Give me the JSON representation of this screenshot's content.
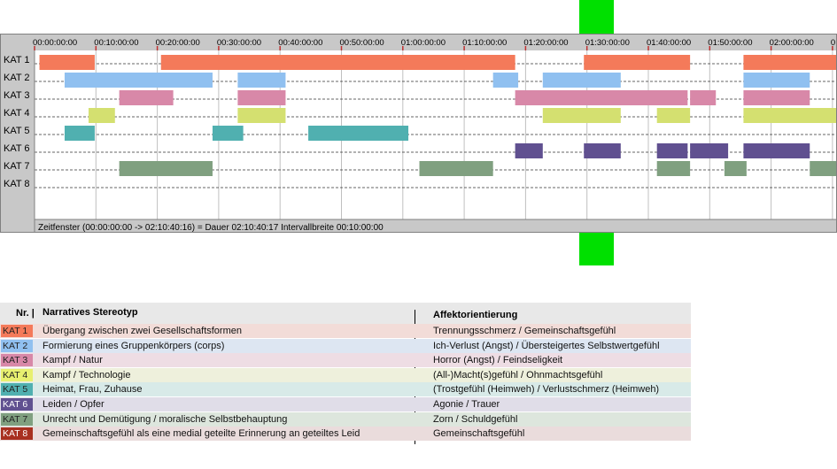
{
  "chart_data": {
    "type": "timeline",
    "tick_labels": [
      "00:00:00:00",
      "00:10:00:00",
      "00:20:00:00",
      "00:30:00:00",
      "00:40:00:00",
      "00:50:00:00",
      "01:00:00:00",
      "01:10:00:00",
      "01:20:00:00",
      "01:30:00:00",
      "01:40:00:00",
      "01:50:00:00",
      "02:00:00:00",
      "0"
    ],
    "x_range_minutes": [
      0,
      130.67
    ],
    "tick_interval_minutes": 10,
    "status_text": "Zeitfenster (00:00:00:00 -> 02:10:40:16) = Dauer 02:10:40:17     Intervallbreite 00:10:00:00",
    "categories": [
      "KAT 1",
      "KAT 2",
      "KAT 3",
      "KAT 4",
      "KAT 5",
      "KAT 6",
      "KAT 7",
      "KAT 8"
    ],
    "series": [
      {
        "label": "KAT 1",
        "color": "#f47a5a",
        "segments": [
          [
            0.8,
            9.8
          ],
          [
            20.6,
            78.3
          ],
          [
            89.5,
            106.8
          ],
          [
            115.5,
            130.67
          ]
        ]
      },
      {
        "label": "KAT 2",
        "color": "#90c0f0",
        "segments": [
          [
            4.9,
            29.0
          ],
          [
            33.1,
            40.9
          ],
          [
            74.7,
            78.8
          ],
          [
            82.8,
            95.5
          ],
          [
            115.5,
            126.3
          ]
        ]
      },
      {
        "label": "KAT 3",
        "color": "#d888a8",
        "segments": [
          [
            13.8,
            22.6
          ],
          [
            33.1,
            40.9
          ],
          [
            78.3,
            106.4
          ],
          [
            106.8,
            111.0
          ],
          [
            115.5,
            126.3
          ]
        ]
      },
      {
        "label": "KAT 4",
        "color": "#d4e070",
        "segments": [
          [
            8.8,
            13.1
          ],
          [
            33.1,
            40.9
          ],
          [
            82.8,
            95.5
          ],
          [
            101.4,
            106.8
          ],
          [
            115.5,
            130.67
          ]
        ]
      },
      {
        "label": "KAT 5",
        "color": "#50b0b0",
        "segments": [
          [
            4.9,
            9.8
          ],
          [
            29.0,
            34.0
          ],
          [
            44.6,
            60.9
          ]
        ]
      },
      {
        "label": "KAT 6",
        "color": "#605090",
        "segments": [
          [
            78.3,
            82.8
          ],
          [
            89.5,
            95.5
          ],
          [
            101.4,
            106.4
          ],
          [
            106.8,
            113.0
          ],
          [
            115.5,
            126.3
          ]
        ]
      },
      {
        "label": "KAT 7",
        "color": "#80a080",
        "segments": [
          [
            13.8,
            29.0
          ],
          [
            62.7,
            74.7
          ],
          [
            101.4,
            106.8
          ],
          [
            112.4,
            116.0
          ],
          [
            126.3,
            130.67
          ]
        ]
      },
      {
        "label": "KAT 8",
        "color": "#a83020",
        "segments": []
      }
    ]
  },
  "legend": {
    "header_nr": "Nr. |",
    "header_stereotyp": "Narratives Stereotyp",
    "header_affekt": "Affektorientierung",
    "rows": [
      {
        "code": "KAT 1",
        "color": "#f47a5a",
        "bg": "#f2dcd8",
        "text_color": "#222222",
        "desc": "Übergang zwischen zwei Gesellschaftsformen",
        "affekt": "Trennungsschmerz / Gemeinschaftsgefühl"
      },
      {
        "code": "KAT 2",
        "color": "#90c0f0",
        "bg": "#dde6f2",
        "text_color": "#222222",
        "desc": "Formierung eines Gruppenkörpers (corps)",
        "affekt": "Ich-Verlust (Angst) / Übersteigertes Selbstwertgefühl"
      },
      {
        "code": "KAT 3",
        "color": "#d888a8",
        "bg": "#eedde4",
        "text_color": "#222222",
        "desc": "Kampf / Natur",
        "affekt": "Horror (Angst) / Feindseligkeit"
      },
      {
        "code": "KAT 4",
        "color": "#e8f070",
        "bg": "#eef0dc",
        "text_color": "#222222",
        "desc": "Kampf / Technologie",
        "affekt": "(All-)Macht(s)gefühl / Ohnmachtsgefühl"
      },
      {
        "code": "KAT 5",
        "color": "#50b0b0",
        "bg": "#d8eae8",
        "text_color": "#222222",
        "desc": "Heimat, Frau, Zuhause",
        "affekt": "(Trostgefühl (Heimweh) / Verlustschmerz (Heimweh)"
      },
      {
        "code": "KAT 6",
        "color": "#605090",
        "bg": "#e0dde8",
        "text_color": "#ffffff",
        "desc": "Leiden / Opfer",
        "affekt": "Agonie / Trauer"
      },
      {
        "code": "KAT 7",
        "color": "#80a080",
        "bg": "#dde6dd",
        "text_color": "#222222",
        "desc": "Unrecht und Demütigung / moralische Selbstbehauptung",
        "affekt": "Zorn / Schuldgefühl"
      },
      {
        "code": "KAT 8",
        "color": "#a83020",
        "bg": "#eadcdc",
        "text_color": "#ffffff",
        "desc": "Gemeinschaftsgefühl als eine medial geteilte Erinnerung an geteiltes Leid",
        "affekt": "Gemeinschaftsgefühl"
      }
    ]
  }
}
